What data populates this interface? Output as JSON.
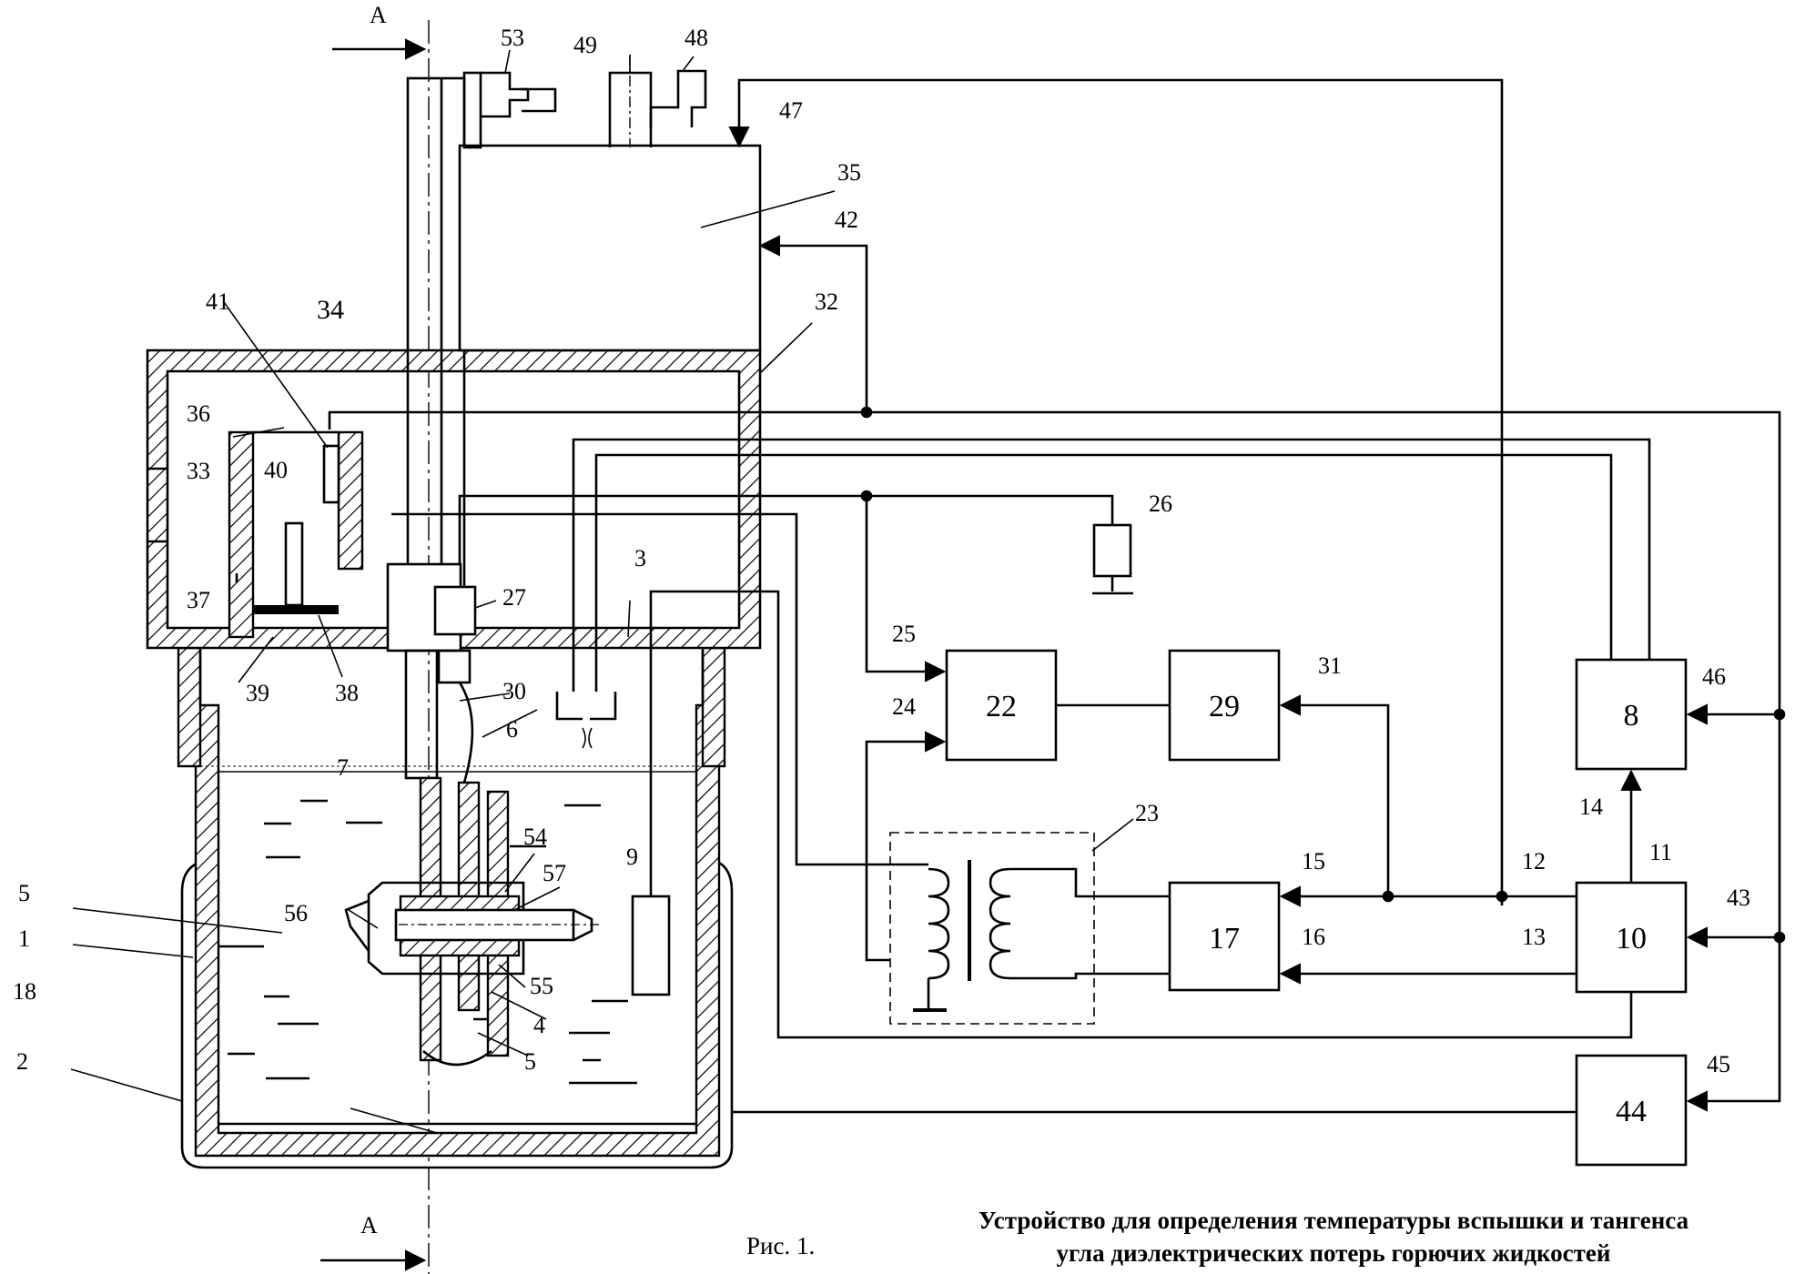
{
  "section_mark": "А",
  "figure_label": "Рис. 1.",
  "caption": {
    "line1": "Устройство для определения температуры вспышки и тангенса",
    "line2": "угла диэлектрических потерь горючих жидкостей"
  },
  "blocks": [
    "8",
    "10",
    "17",
    "22",
    "29",
    "44"
  ],
  "labels": [
    "1",
    "2",
    "3",
    "4",
    "5",
    "6",
    "7",
    "9",
    "11",
    "12",
    "13",
    "14",
    "15",
    "16",
    "17",
    "18",
    "23",
    "24",
    "25",
    "26",
    "27",
    "30",
    "31",
    "32",
    "33",
    "34",
    "35",
    "36",
    "37",
    "38",
    "39",
    "40",
    "41",
    "42",
    "43",
    "45",
    "46",
    "47",
    "48",
    "49",
    "53",
    "54",
    "55",
    "56",
    "57"
  ]
}
